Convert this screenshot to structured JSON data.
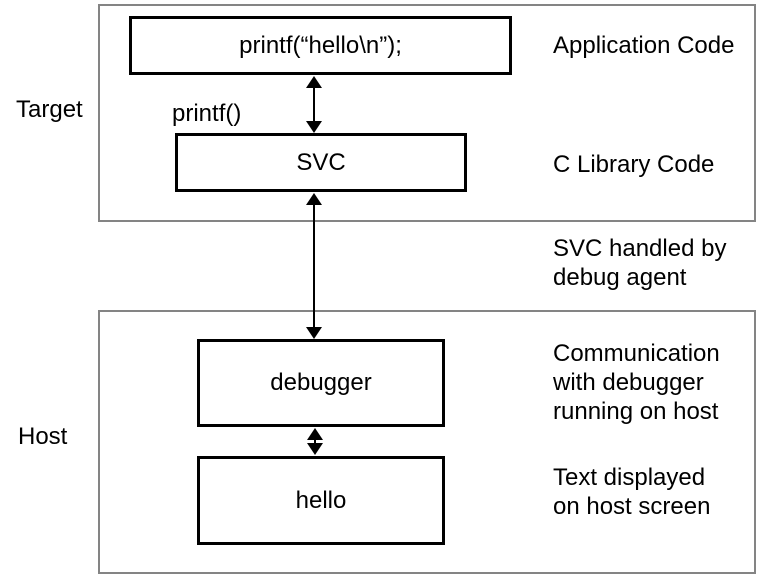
{
  "colors": {
    "background": "#ffffff",
    "inner_box_border": "#000000",
    "outer_box_border": "#848484",
    "text": "#000000",
    "arrow": "#000000"
  },
  "target_section": {
    "label": "Target",
    "application_box_text": "printf(“hello\\n”);",
    "application_annotation": "Application Code",
    "printf_label": "printf()",
    "svc_box_text": "SVC",
    "svc_annotation": "C Library Code"
  },
  "middle": {
    "svc_handled_annotation": "SVC handled by\ndebug agent"
  },
  "host_section": {
    "label": "Host",
    "debugger_box_text": "debugger",
    "debugger_annotation": "Communication\nwith debugger\nrunning on host",
    "hello_box_text": "hello",
    "hello_annotation": "Text displayed\non host screen"
  }
}
